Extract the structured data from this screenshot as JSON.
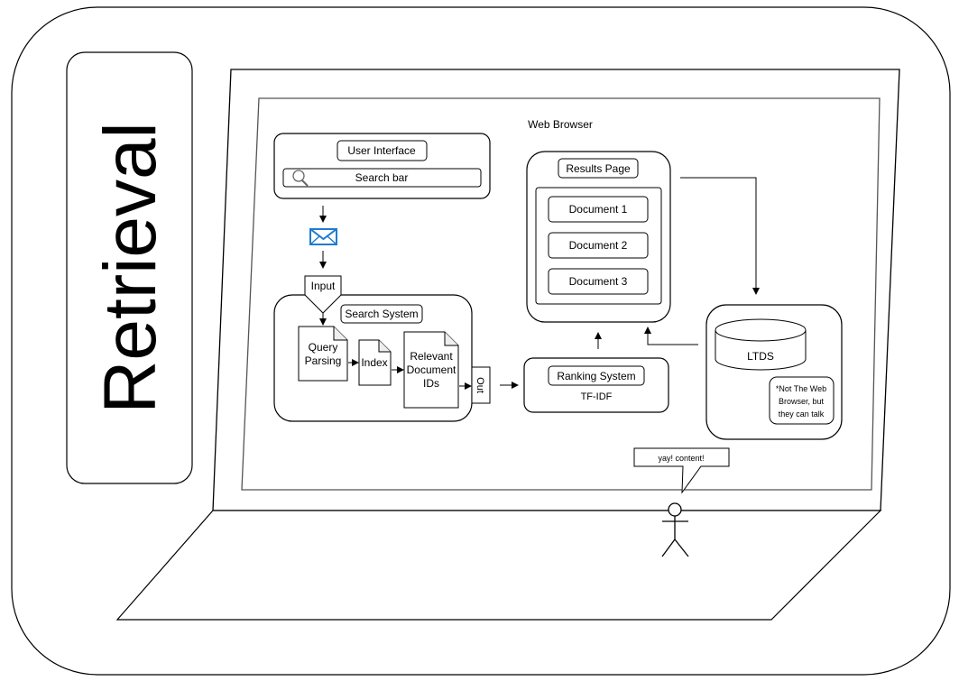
{
  "title": "Retrieval",
  "browser_label": "Web Browser",
  "user_interface": {
    "label": "User Interface",
    "search_bar": "Search bar"
  },
  "input_label": "Input",
  "search_system": {
    "label": "Search System",
    "query_parsing": [
      "Query",
      "Parsing"
    ],
    "index": "Index",
    "relevant_ids": [
      "Relevant",
      "Document",
      "IDs"
    ]
  },
  "out_label": "Out",
  "ranking_system": {
    "label": "Ranking System",
    "method": "TF-IDF"
  },
  "results_page": {
    "label": "Results Page",
    "documents": [
      "Document 1",
      "Document 2",
      "Document 3"
    ]
  },
  "ltds": {
    "label": "LTDS",
    "note": [
      "*Not The Web",
      "Browser, but",
      "they can talk"
    ]
  },
  "speech_bubble": "yay! content!",
  "colors": {
    "stroke": "#000000",
    "envelope": "#1f7bd0"
  }
}
